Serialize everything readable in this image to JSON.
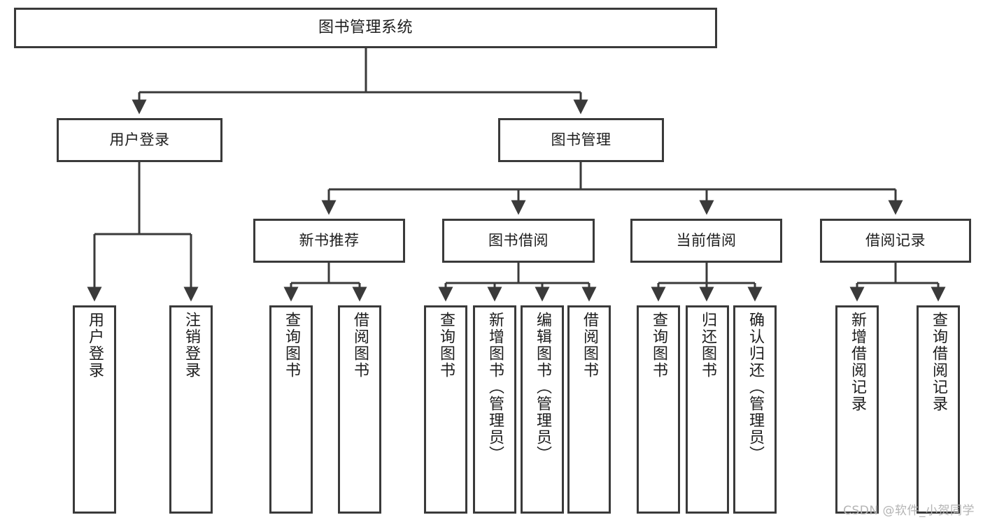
{
  "diagram": {
    "title": "图书管理系统",
    "type": "hierarchy-tree",
    "watermark": "CSDN @软件_小贺同学",
    "colors": {
      "box_border": "#3a3a3a",
      "box_fill": "#ffffff",
      "connector": "#3a3a3a",
      "text": "#1d1d1d",
      "watermark": "#b4b4b4",
      "background": "#ffffff"
    },
    "levels": [
      {
        "level": 1,
        "nodes": [
          {
            "id": "root",
            "label": "图书管理系统",
            "orientation": "horizontal"
          }
        ]
      },
      {
        "level": 2,
        "nodes": [
          {
            "id": "user-login",
            "label": "用户登录",
            "orientation": "horizontal",
            "parent": "root"
          },
          {
            "id": "book-manage",
            "label": "图书管理",
            "orientation": "horizontal",
            "parent": "root"
          }
        ]
      },
      {
        "level": 3,
        "nodes": [
          {
            "id": "new-book-rec",
            "label": "新书推荐",
            "orientation": "horizontal",
            "parent": "book-manage"
          },
          {
            "id": "book-borrow",
            "label": "图书借阅",
            "orientation": "horizontal",
            "parent": "book-manage"
          },
          {
            "id": "current-borrow",
            "label": "当前借阅",
            "orientation": "horizontal",
            "parent": "book-manage"
          },
          {
            "id": "borrow-record",
            "label": "借阅记录",
            "orientation": "horizontal",
            "parent": "book-manage"
          }
        ]
      },
      {
        "level": 4,
        "nodes": [
          {
            "id": "leaf-1",
            "label": "用户登录",
            "orientation": "vertical",
            "parent": "user-login"
          },
          {
            "id": "leaf-2",
            "label": "注销登录",
            "orientation": "vertical",
            "parent": "user-login"
          },
          {
            "id": "leaf-3",
            "label": "查询图书",
            "orientation": "vertical",
            "parent": "new-book-rec"
          },
          {
            "id": "leaf-4",
            "label": "借阅图书",
            "orientation": "vertical",
            "parent": "new-book-rec"
          },
          {
            "id": "leaf-5",
            "label": "查询图书",
            "orientation": "vertical",
            "parent": "book-borrow"
          },
          {
            "id": "leaf-6",
            "label": "新增图书（管理员）",
            "orientation": "vertical",
            "parent": "book-borrow"
          },
          {
            "id": "leaf-7",
            "label": "编辑图书（管理员）",
            "orientation": "vertical",
            "parent": "book-borrow"
          },
          {
            "id": "leaf-8",
            "label": "借阅图书",
            "orientation": "vertical",
            "parent": "book-borrow"
          },
          {
            "id": "leaf-9",
            "label": "查询图书",
            "orientation": "vertical",
            "parent": "current-borrow"
          },
          {
            "id": "leaf-10",
            "label": "归还图书",
            "orientation": "vertical",
            "parent": "current-borrow"
          },
          {
            "id": "leaf-11",
            "label": "确认归还（管理员）",
            "orientation": "vertical",
            "parent": "current-borrow"
          },
          {
            "id": "leaf-12",
            "label": "新增借阅记录",
            "orientation": "vertical",
            "parent": "borrow-record"
          },
          {
            "id": "leaf-13",
            "label": "查询借阅记录",
            "orientation": "vertical",
            "parent": "borrow-record"
          }
        ]
      }
    ]
  }
}
